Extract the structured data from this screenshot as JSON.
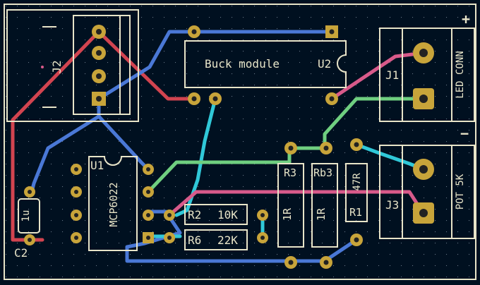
{
  "labels": {
    "plus": "+",
    "minus": "−",
    "u2_label": "U2",
    "buck_module": "Buck module",
    "j1": "J1",
    "led_conn": "LED CONN",
    "j3": "J3",
    "pot_5k": "POT 5K",
    "u1": "U1",
    "mcp6022": "MCP6022",
    "c2": "C2",
    "c2_value": "1u",
    "r2": "R2",
    "r2_value": "10K",
    "r6": "R6",
    "r6_value": "22K",
    "r3": "R3",
    "r3_value": "1R",
    "rb3": "Rb3",
    "rb3_value": "1R",
    "r1": "R1",
    "r1_value": "47R",
    "j2": "J2"
  },
  "colors": {
    "background": "#001020",
    "board_edge": "#e8e4c8",
    "grid_dot": "#6a7a8a",
    "silkscreen": "#e8e4c8",
    "pad_gold": "#c8a43a",
    "drill": "#222222",
    "trace_blue": "#4a78d6",
    "trace_red": "#d24450",
    "trace_green": "#6fcf80",
    "trace_cyan": "#30c8d8",
    "trace_pink": "#d85a8a"
  }
}
